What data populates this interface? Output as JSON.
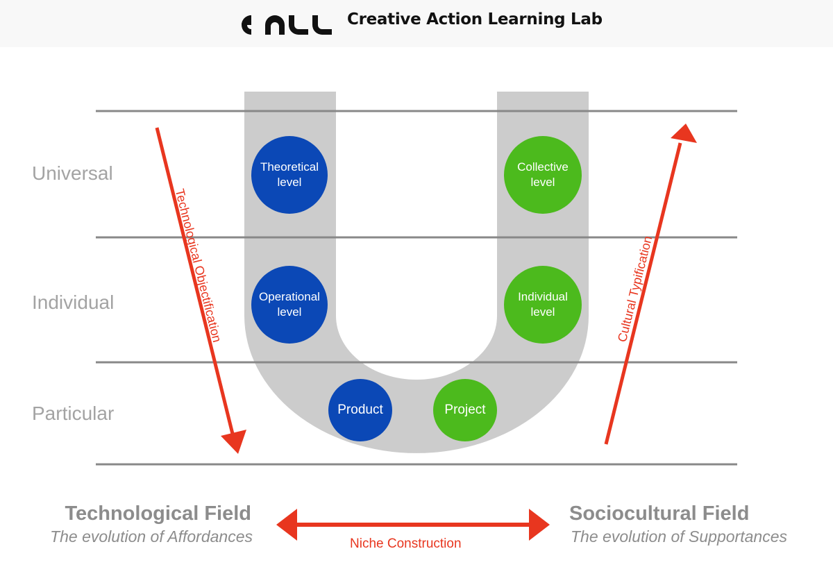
{
  "header": {
    "logo_icon": "call-logo-icon",
    "title": "Creative Action Learning Lab"
  },
  "rows": {
    "universal": "Universal",
    "individual": "Individual",
    "particular": "Particular"
  },
  "nodes": {
    "theoretical": "Theoretical\nlevel",
    "operational": "Operational\nlevel",
    "product": "Product",
    "project": "Project",
    "collective": "Collective\nlevel",
    "individual_level": "Individual\nlevel"
  },
  "arrows": {
    "left": "Technological Objectification",
    "right": "Cultural Typification",
    "bottom": "Niche Construction"
  },
  "fields": {
    "left_title": "Technological Field",
    "left_subtitle": "The evolution of Affordances",
    "right_title": "Sociocultural Field",
    "right_subtitle": "The evolution of Supportances"
  },
  "colors": {
    "blue": "#0b48b6",
    "green": "#4cba1d",
    "arrow": "#e8361f",
    "u_shape": "#cccccc",
    "lines": "#888888"
  }
}
